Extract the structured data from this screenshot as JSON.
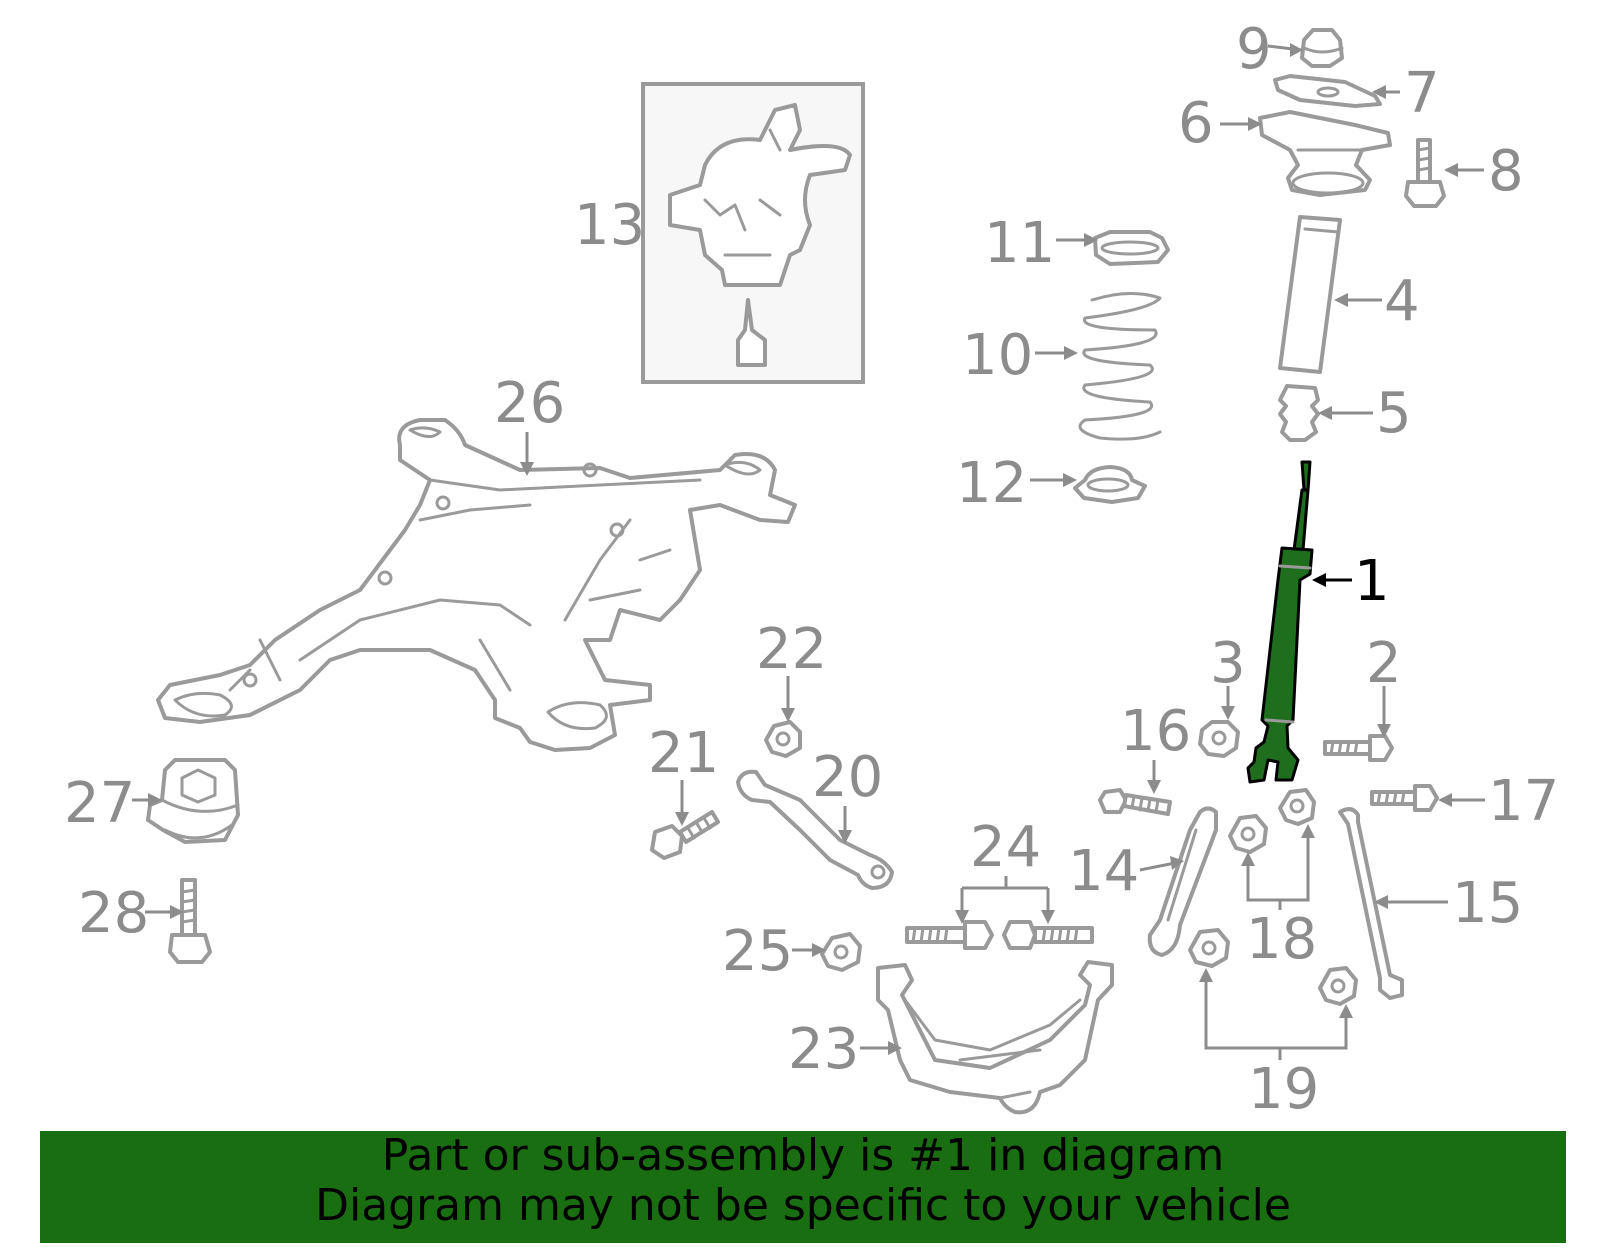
{
  "diagram": {
    "callouts": {
      "c1": "1",
      "c2": "2",
      "c3": "3",
      "c4": "4",
      "c5": "5",
      "c6": "6",
      "c7": "7",
      "c8": "8",
      "c9": "9",
      "c10": "10",
      "c11": "11",
      "c12": "12",
      "c13": "13",
      "c14": "14",
      "c15": "15",
      "c16": "16",
      "c17": "17",
      "c18": "18",
      "c19": "19",
      "c20": "20",
      "c21": "21",
      "c22": "22",
      "c23": "23",
      "c24": "24",
      "c25": "25",
      "c26": "26",
      "c27": "27",
      "c28": "28"
    },
    "highlight_part": "1",
    "colors": {
      "highlight_fill": "#1e6e1e",
      "line_gray": "#9a9a9a",
      "banner_bg": "#1a6e12"
    }
  },
  "banner": {
    "line1": "Part or sub-assembly is #1 in diagram",
    "line2": "Diagram may not be specific to your vehicle"
  }
}
